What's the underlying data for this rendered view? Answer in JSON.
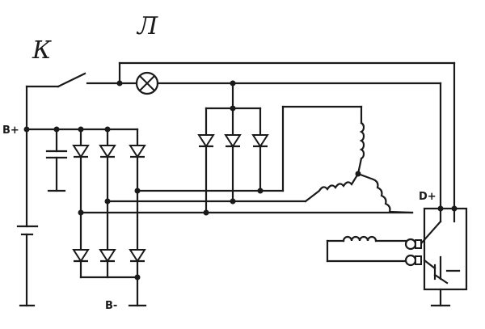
{
  "labels": {
    "switch": "К",
    "lamp": "Л",
    "b_plus": "B+",
    "b_minus": "B-",
    "d_plus": "D+"
  },
  "colors": {
    "line": "#1a1a1a",
    "background": "#ffffff"
  }
}
